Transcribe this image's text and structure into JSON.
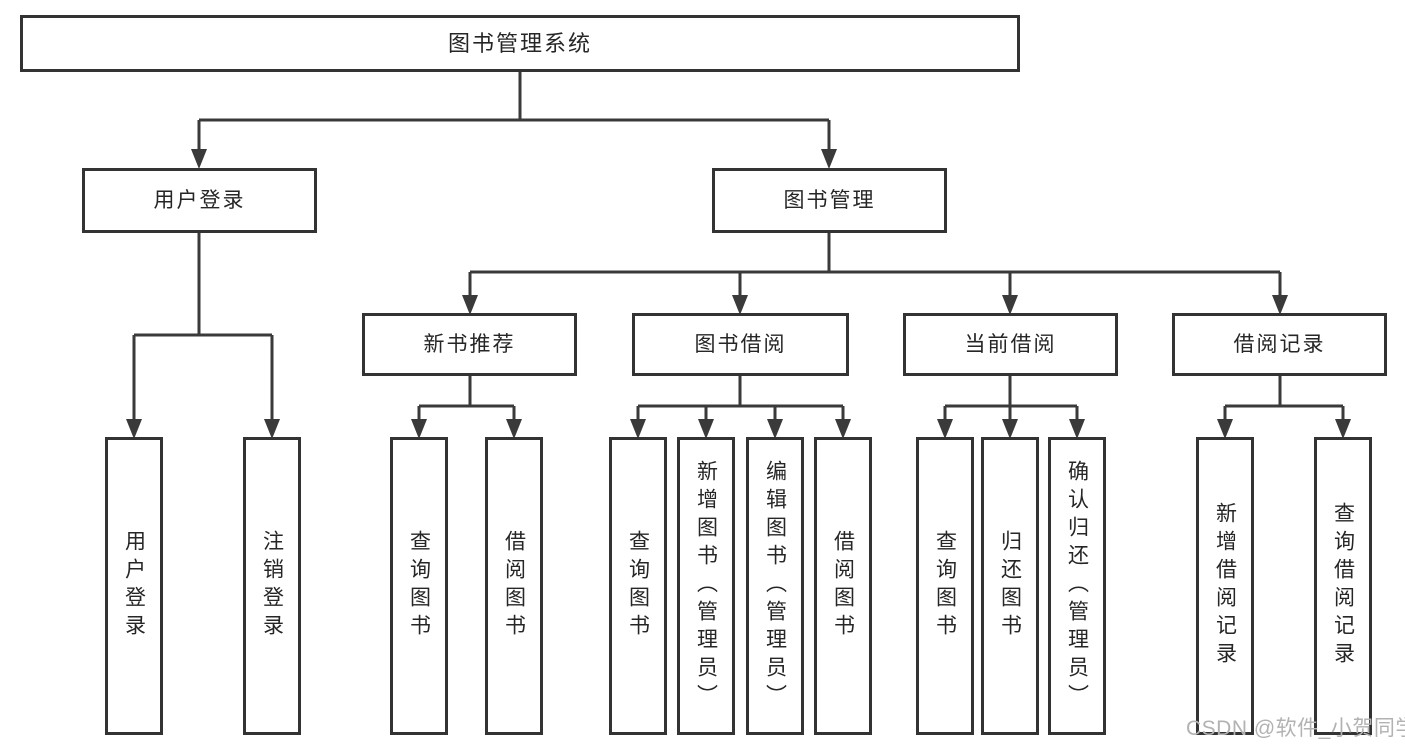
{
  "colors": {
    "background": "#ffffff",
    "line": "#3a3a3a",
    "box_border": "#333333",
    "text": "#262626",
    "watermark": "#b2b2b2"
  },
  "watermark": {
    "text": "CSDN @软件_小贺同学"
  },
  "diagram": {
    "root": {
      "label": "图书管理系统"
    },
    "branches": [
      {
        "label": "用户登录",
        "children": [
          {
            "label": "用户登录"
          },
          {
            "label": "注销登录"
          }
        ]
      },
      {
        "label": "图书管理",
        "children": [
          {
            "label": "新书推荐",
            "children": [
              {
                "label": "查询图书"
              },
              {
                "label": "借阅图书"
              }
            ]
          },
          {
            "label": "图书借阅",
            "children": [
              {
                "label": "查询图书"
              },
              {
                "label": "新增图书（管理员）"
              },
              {
                "label": "编辑图书（管理员）"
              },
              {
                "label": "借阅图书"
              }
            ]
          },
          {
            "label": "当前借阅",
            "children": [
              {
                "label": "查询图书"
              },
              {
                "label": "归还图书"
              },
              {
                "label": "确认归还（管理员）"
              }
            ]
          },
          {
            "label": "借阅记录",
            "children": [
              {
                "label": "新增借阅记录"
              },
              {
                "label": "查询借阅记录"
              }
            ]
          }
        ]
      }
    ]
  }
}
